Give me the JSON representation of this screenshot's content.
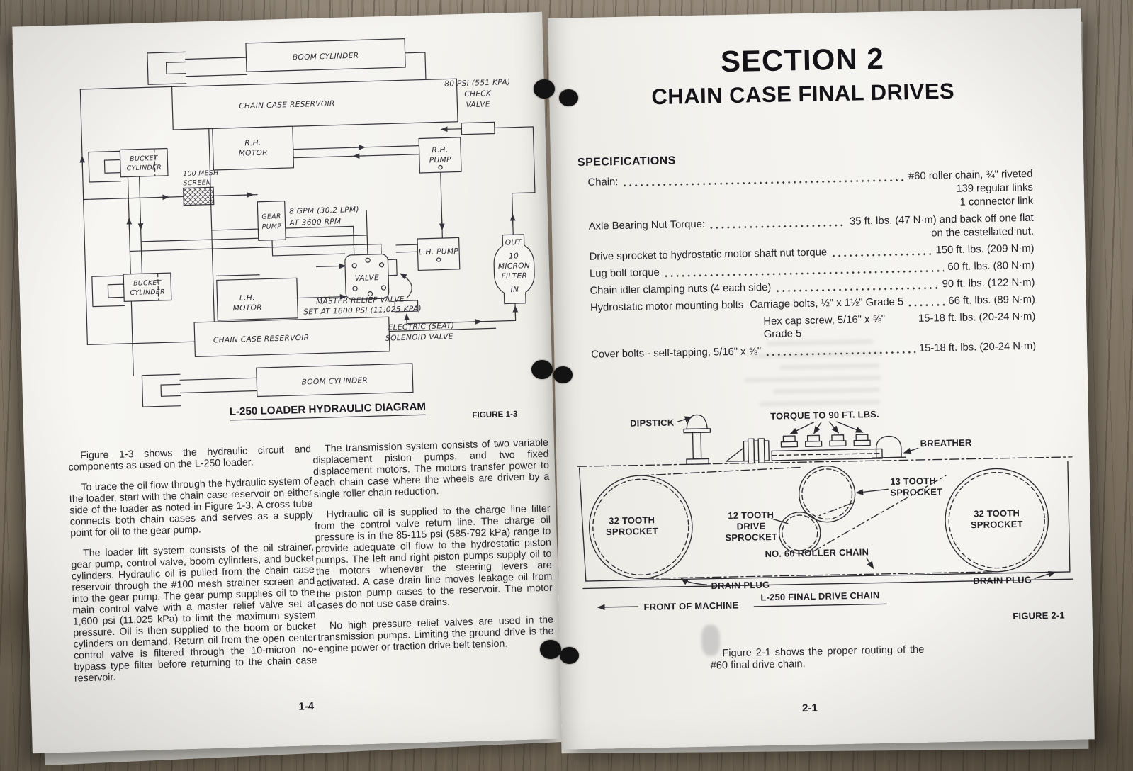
{
  "colors": {
    "page": "#f5f4f0",
    "ink": "#35343c",
    "wood": "#867b6a",
    "hole": "#131313"
  },
  "left_page": {
    "figure": {
      "boom_top": "BOOM CYLINDER",
      "reservoir_top": "CHAIN CASE RESERVOIR",
      "rh_motor1": "R.H.",
      "rh_motor2": "MOTOR",
      "check1": "80 PSI (551 KPA)",
      "check2": "CHECK",
      "check3": "VALVE",
      "rh_pump1": "R.H.",
      "rh_pump2": "PUMP",
      "bucket_top1": "BUCKET",
      "bucket_top2": "CYLINDER",
      "screen1": "100 MESH",
      "screen2": "SCREEN",
      "gear1": "GEAR",
      "gear2": "PUMP",
      "gpm1": "8 GPM (30.2 LPM)",
      "gpm2": "AT 3600 RPM",
      "lh_pump": "L.H. PUMP",
      "valve": "VALVE",
      "bucket_bot1": "BUCKET",
      "bucket_bot2": "CYLINDER",
      "lh_motor1": "L.H.",
      "lh_motor2": "MOTOR",
      "mrv1": "MASTER RELIEF VALVE",
      "mrv2": "SET AT 1600 PSI (11,025 KPA)",
      "sol1": "ELECTRIC (SEAT)",
      "sol2": "SOLENOID VALVE",
      "f_out": "OUT",
      "f_10": "10",
      "f_micron": "MICRON",
      "f_filter": "FILTER",
      "f_in": "IN",
      "reservoir_bot": "CHAIN CASE RESERVOIR",
      "boom_bot": "BOOM CYLINDER",
      "caption": "L-250 LOADER HYDRAULIC DIAGRAM",
      "figure_label": "FIGURE 1-3"
    },
    "col1": {
      "p1": "Figure 1-3 shows the hydraulic circuit and components as used on the L-250 loader.",
      "p2": "To trace the oil flow through the hydraulic system of the loader, start with the chain case reservoir on either side of the loader as noted in Figure 1-3. A cross tube connects both chain cases and serves as a supply point for oil to the gear pump.",
      "p3": "The loader lift system consists of the oil strainer, gear pump, control valve, boom cylinders, and bucket cylinders. Hydraulic oil is pulled from the chain case reservoir through the #100 mesh strainer screen and into the gear pump. The gear pump supplies oil to the main control valve with a master relief valve set at 1,600 psi (11,025 kPa) to limit the maximum system pressure. Oil is then supplied to the boom or bucket cylinders on demand. Return oil from the open center control valve is filtered through the 10-micron no-bypass type filter before returning to the chain case reservoir."
    },
    "col2": {
      "p1": "The transmission system consists of two variable displacement piston pumps, and two fixed displacement motors. The motors transfer power to each chain case where the wheels are driven by a single roller chain reduction.",
      "p2": "Hydraulic oil is supplied to the charge line filter from the control valve return line. The charge oil pressure is in the 85-115 psi (585-792 kPa) range to provide adequate oil flow to the hydrostatic piston pumps. The left and right piston pumps supply oil to the motors whenever the steering levers are activated. A case drain line moves leakage oil from the piston pump cases to the reservoir. The motor cases do not use case drains.",
      "p3": "No high pressure relief valves are used in the transmission pumps. Limiting the ground drive is the engine power or traction drive belt tension."
    },
    "page_number": "1-4"
  },
  "right_page": {
    "section_title": "SECTION 2",
    "section_subtitle": "CHAIN CASE FINAL DRIVES",
    "specs": {
      "heading": "SPECIFICATIONS",
      "rows": [
        {
          "label": "Chain:",
          "value": "#60 roller chain, ¾\" riveted",
          "cont1": "139 regular links",
          "cont2": "1 connector link"
        },
        {
          "label": "Axle Bearing Nut Torque:",
          "value": "35 ft. lbs. (47 N·m) and back off one flat",
          "cont1": "on the castellated nut."
        },
        {
          "label": "Drive sprocket to hydrostatic motor shaft nut torque",
          "value": "150 ft. lbs. (209 N·m)"
        },
        {
          "label": "Lug bolt torque",
          "value": "60 ft. lbs. (80 N·m)"
        },
        {
          "label": "Chain idler clamping nuts (4 each side)",
          "value": "90 ft. lbs. (122 N·m)"
        },
        {
          "label": "Hydrostatic motor mounting bolts",
          "label2": "Carriage bolts, ½\" x 1½\" Grade 5",
          "value": "66 ft. lbs. (89 N·m)"
        },
        {
          "label": "Hex cap screw, 5/16\" x ⅝\" Grade 5",
          "value": "15-18 ft. lbs. (20-24 N·m)"
        },
        {
          "label": "Cover bolts - self-tapping, 5/16\" x ⅝\"",
          "value": "15-18 ft. lbs. (20-24 N·m)"
        }
      ]
    },
    "figure": {
      "dipstick": "DIPSTICK",
      "torque": "TORQUE TO 90 FT. LBS.",
      "breather": "BREATHER",
      "s13_1": "13 TOOTH",
      "s13_2": "SPROCKET",
      "s32l_1": "32 TOOTH",
      "s32l_2": "SPROCKET",
      "s12_1": "12 TOOTH",
      "s12_2": "DRIVE",
      "s12_3": "SPROCKET",
      "s32r_1": "32 TOOTH",
      "s32r_2": "SPROCKET",
      "chain": "NO. 60 ROLLER CHAIN",
      "drain_l": "DRAIN PLUG",
      "drain_r": "DRAIN PLUG",
      "front": "FRONT OF MACHINE",
      "caption": "L-250 FINAL DRIVE CHAIN",
      "figure_label": "FIGURE 2-1"
    },
    "figure_text": "Figure 2-1 shows the proper routing of the #60 final drive chain.",
    "page_number": "2-1"
  }
}
